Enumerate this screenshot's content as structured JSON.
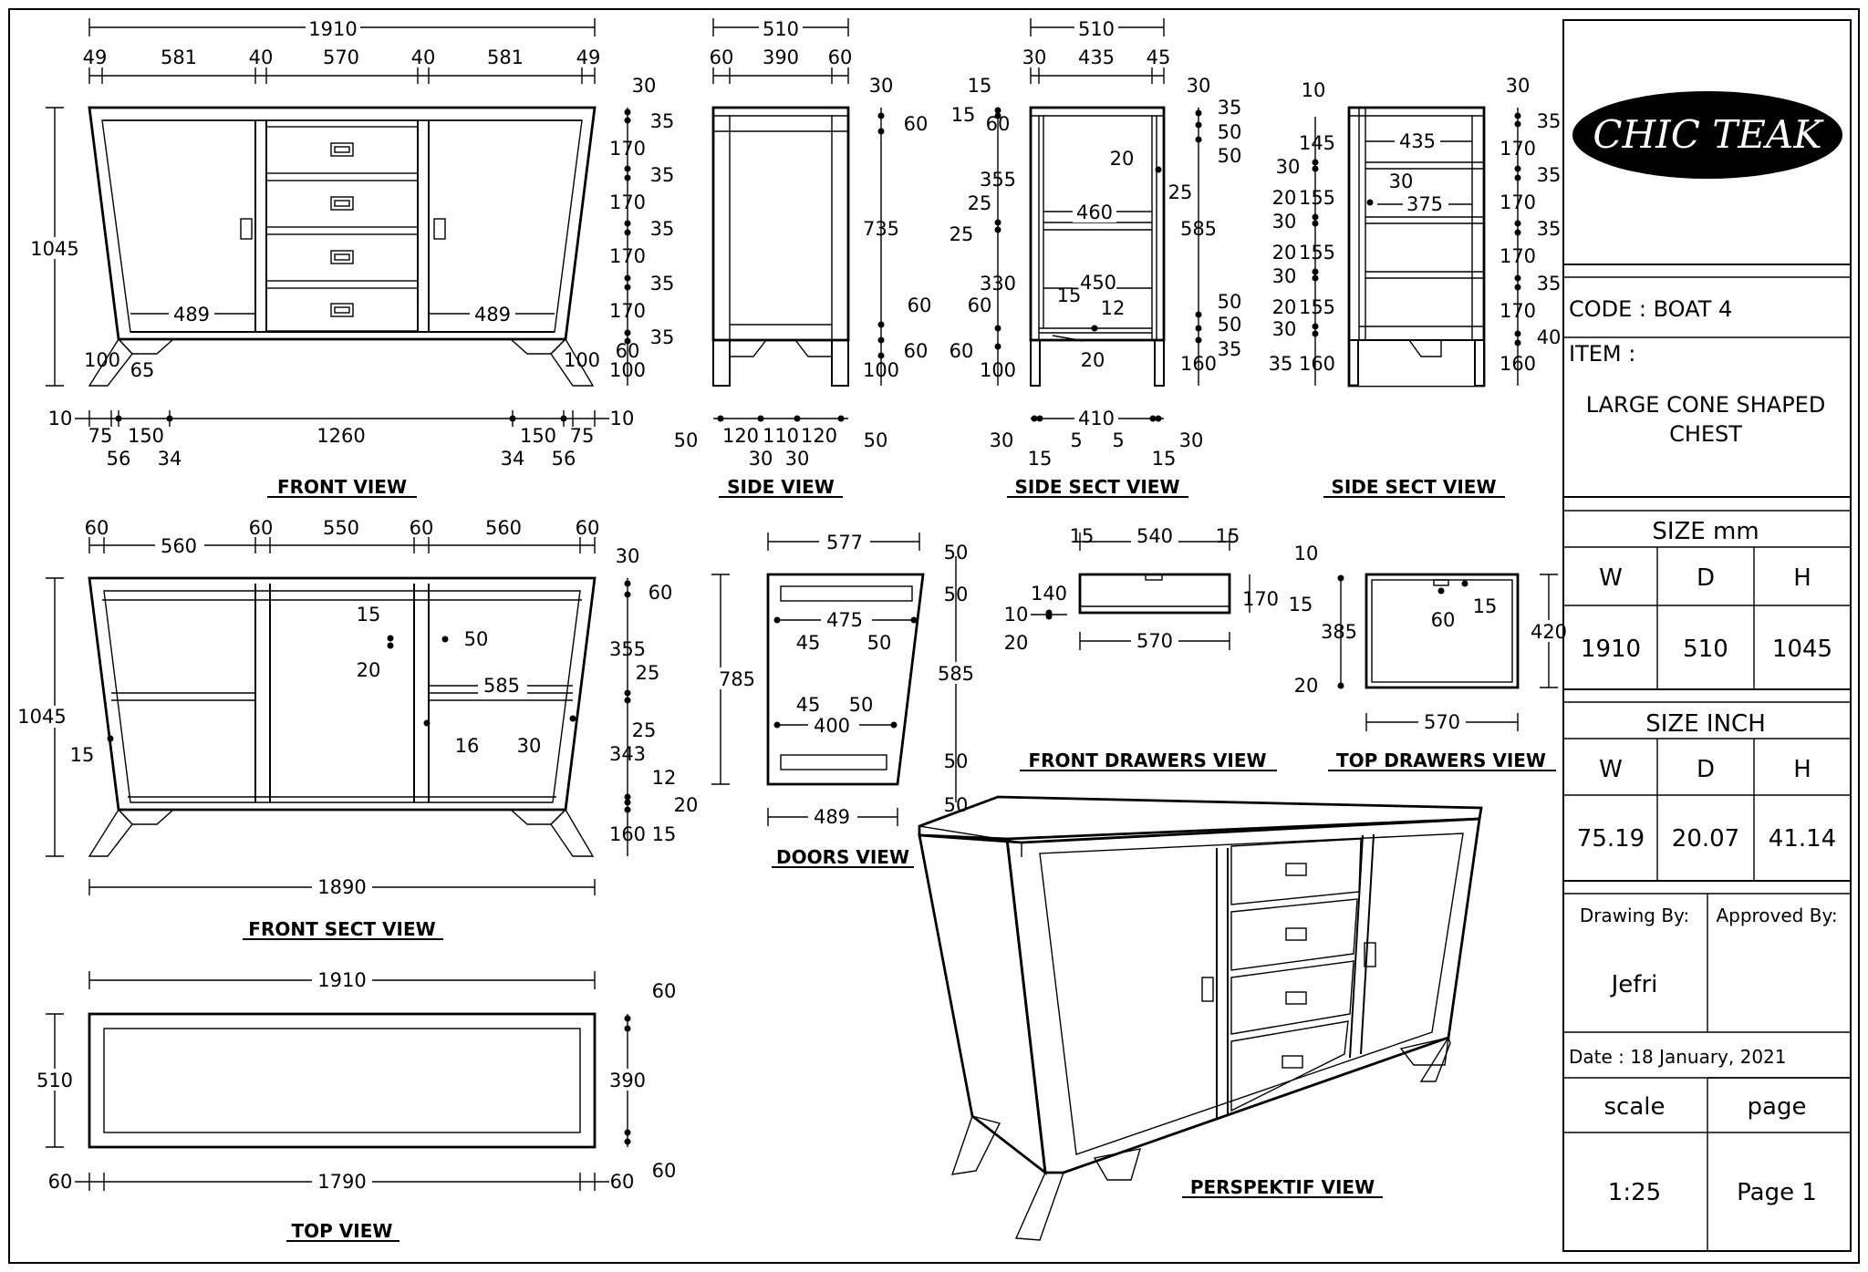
{
  "brand": {
    "logo_text": "CHIC TEAK"
  },
  "title_block": {
    "code": "CODE : BOAT 4",
    "item_label": "ITEM :",
    "item_name_line1": "LARGE CONE SHAPED",
    "item_name_line2": "CHEST",
    "size_mm_title": "SIZE mm",
    "size_inch_title": "SIZE INCH",
    "col_w": "W",
    "col_d": "D",
    "col_h": "H",
    "mm_w": "1910",
    "mm_d": "510",
    "mm_h": "1045",
    "in_w": "75.19",
    "in_d": "20.07",
    "in_h": "41.14",
    "drawing_by_label": "Drawing By:",
    "approved_by_label": "Approved By:",
    "drawing_by": "Jefri",
    "date": "Date : 18 January, 2021",
    "scale_label": "scale",
    "page_label": "page",
    "scale": "1:25",
    "page": "Page 1"
  },
  "view_titles": {
    "front": "FRONT VIEW",
    "side": "SIDE VIEW",
    "side_sect_1": "SIDE SECT VIEW",
    "side_sect_2": "SIDE SECT VIEW",
    "front_sect": "FRONT SECT VIEW",
    "doors": "DOORS VIEW",
    "front_drawers": "FRONT DRAWERS VIEW",
    "top_drawers": "TOP DRAWERS VIEW",
    "top": "TOP VIEW",
    "perspective": "PERSPEKTIF VIEW"
  },
  "dimensions": {
    "front": {
      "overall_w": "1910",
      "seg": [
        "49",
        "581",
        "40",
        "570",
        "40",
        "581",
        "49"
      ],
      "height": "1045",
      "inner_left": "489",
      "inner_right": "489",
      "right_stack": [
        "30",
        "35",
        "170",
        "35",
        "170",
        "35",
        "170",
        "35",
        "170",
        "35",
        "60",
        "100"
      ],
      "leg_left": "100",
      "leg_right": "100",
      "leg_slope": "65",
      "bottom_row": [
        "10",
        "75",
        "150",
        "1260",
        "150",
        "75",
        "10"
      ],
      "bottom_sub": [
        "56",
        "34",
        "34",
        "56"
      ]
    },
    "side": {
      "overall_w": "510",
      "seg": [
        "60",
        "390",
        "60"
      ],
      "right_stack": [
        "30",
        "60",
        "735",
        "60",
        "60",
        "100"
      ],
      "bottom": [
        "50",
        "120",
        "110",
        "120",
        "50"
      ],
      "bottom_sub": [
        "30",
        "30"
      ]
    },
    "side_sect_1": {
      "overall_w": "510",
      "seg": [
        "30",
        "435",
        "45"
      ],
      "left_stack": [
        "15",
        "15",
        "60",
        "355",
        "25",
        "25",
        "330",
        "60",
        "60",
        "100"
      ],
      "inner": [
        "20",
        "25",
        "460",
        "450",
        "15",
        "12",
        "20"
      ],
      "right_stack": [
        "30",
        "35",
        "50",
        "50",
        "585",
        "50",
        "50",
        "35",
        "160"
      ],
      "bottom": [
        "410",
        "30",
        "15",
        "5",
        "5",
        "15",
        "30"
      ]
    },
    "side_sect_2": {
      "top_left": "10",
      "left_stack": [
        "145",
        "30",
        "20",
        "155",
        "30",
        "20",
        "155",
        "30",
        "20",
        "155",
        "30",
        "35",
        "160"
      ],
      "inner": [
        "435",
        "30",
        "375"
      ],
      "right_stack": [
        "30",
        "35",
        "170",
        "35",
        "170",
        "35",
        "170",
        "35",
        "170",
        "40",
        "160"
      ]
    },
    "front_sect": {
      "seg": [
        "60",
        "560",
        "60",
        "550",
        "60",
        "560",
        "60"
      ],
      "height": "1045",
      "bottom_w": "1890",
      "inner": [
        "15",
        "20",
        "50",
        "585",
        "16",
        "30",
        "15"
      ],
      "right_stack": [
        "30",
        "60",
        "355",
        "25",
        "25",
        "343",
        "12",
        "20",
        "160",
        "15"
      ]
    },
    "doors": {
      "top_w": "577",
      "height": "785",
      "bottom_w": "489",
      "inner": [
        "475",
        "45",
        "50",
        "45",
        "50",
        "400"
      ],
      "right_stack": [
        "50",
        "50",
        "585",
        "50",
        "50"
      ]
    },
    "front_drawers": {
      "seg": [
        "15",
        "540",
        "15"
      ],
      "height": "170",
      "left": [
        "140",
        "10",
        "20"
      ],
      "bottom_w": "570"
    },
    "top_drawers": {
      "left": [
        "10",
        "15",
        "385",
        "20"
      ],
      "inner": [
        "60",
        "15"
      ],
      "height": "420",
      "bottom_w": "570"
    },
    "top": {
      "overall_w": "1910",
      "height": "510",
      "bottom": [
        "60",
        "1790",
        "60"
      ],
      "right_stack": [
        "60",
        "390",
        "60"
      ]
    }
  }
}
